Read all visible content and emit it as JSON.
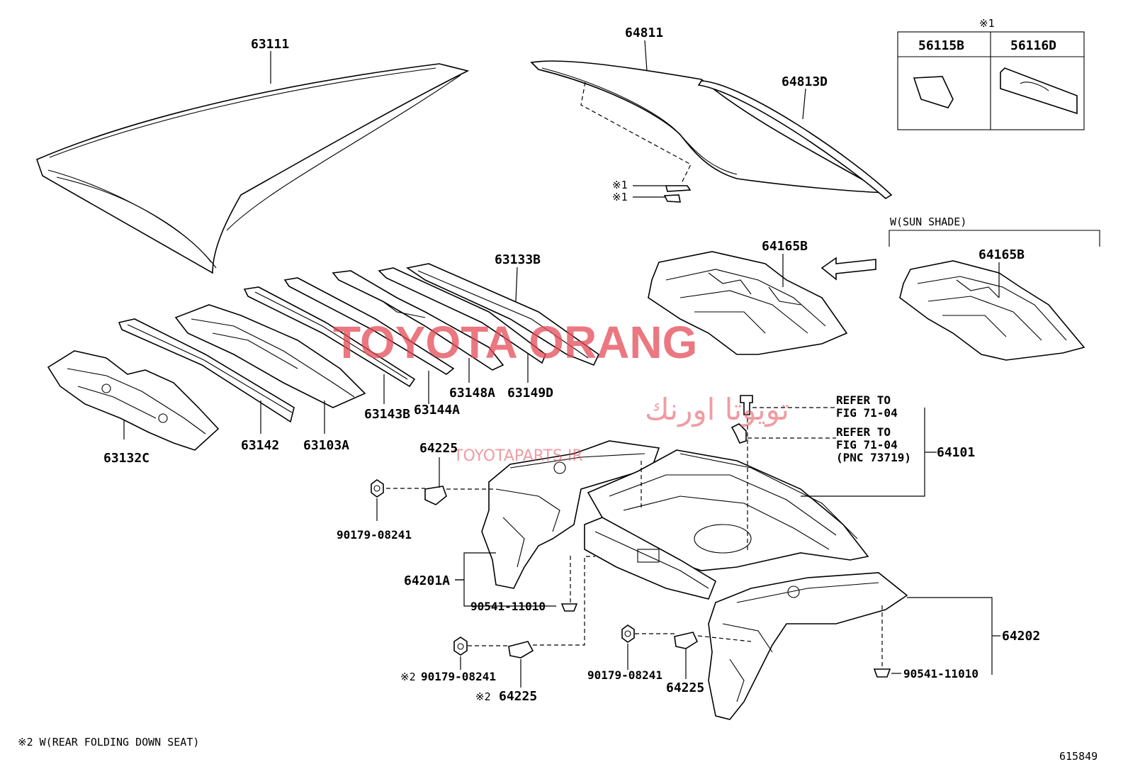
{
  "diagram_number": "615849",
  "footnote_2": "※2 W(REAR FOLDING DOWN SEAT)",
  "inset": {
    "note": "※1",
    "col1": "56115B",
    "col2": "56116D"
  },
  "sun_shade": "W(SUN SHADE)",
  "refs": {
    "r1_line1": "REFER TO",
    "r1_line2": "FIG 71-04",
    "r2_line1": "REFER TO",
    "r2_line2": "FIG 71-04",
    "r2_line3": "(PNC 73719)"
  },
  "parts": {
    "p63111": "63111",
    "p64811": "64811",
    "p64813D": "64813D",
    "p64165B_a": "64165B",
    "p64165B_b": "64165B",
    "p63133B": "63133B",
    "p63132C": "63132C",
    "p63142": "63142",
    "p63103A": "63103A",
    "p63143B": "63143B",
    "p63144A": "63144A",
    "p63148A": "63148A",
    "p63149D": "63149D",
    "p64225_a": "64225",
    "p90179_a": "90179-08241",
    "p64201A": "64201A",
    "p90541_a": "90541-11010",
    "p64101": "64101",
    "p64202": "64202",
    "p90541_b": "90541-11010",
    "p90179_b": "90179-08241",
    "p64225_b": "64225",
    "p90179_c": "90179-08241",
    "p64225_c": "64225",
    "mark_x1a": "※1",
    "mark_x1b": "※1",
    "mark_x2a": "※2",
    "mark_x2b": "※2"
  },
  "watermark": {
    "main": "TOYOTA ORANG",
    "arabic": "تويوتا اورنك",
    "site": "TOYOTAPARTS.IR"
  }
}
